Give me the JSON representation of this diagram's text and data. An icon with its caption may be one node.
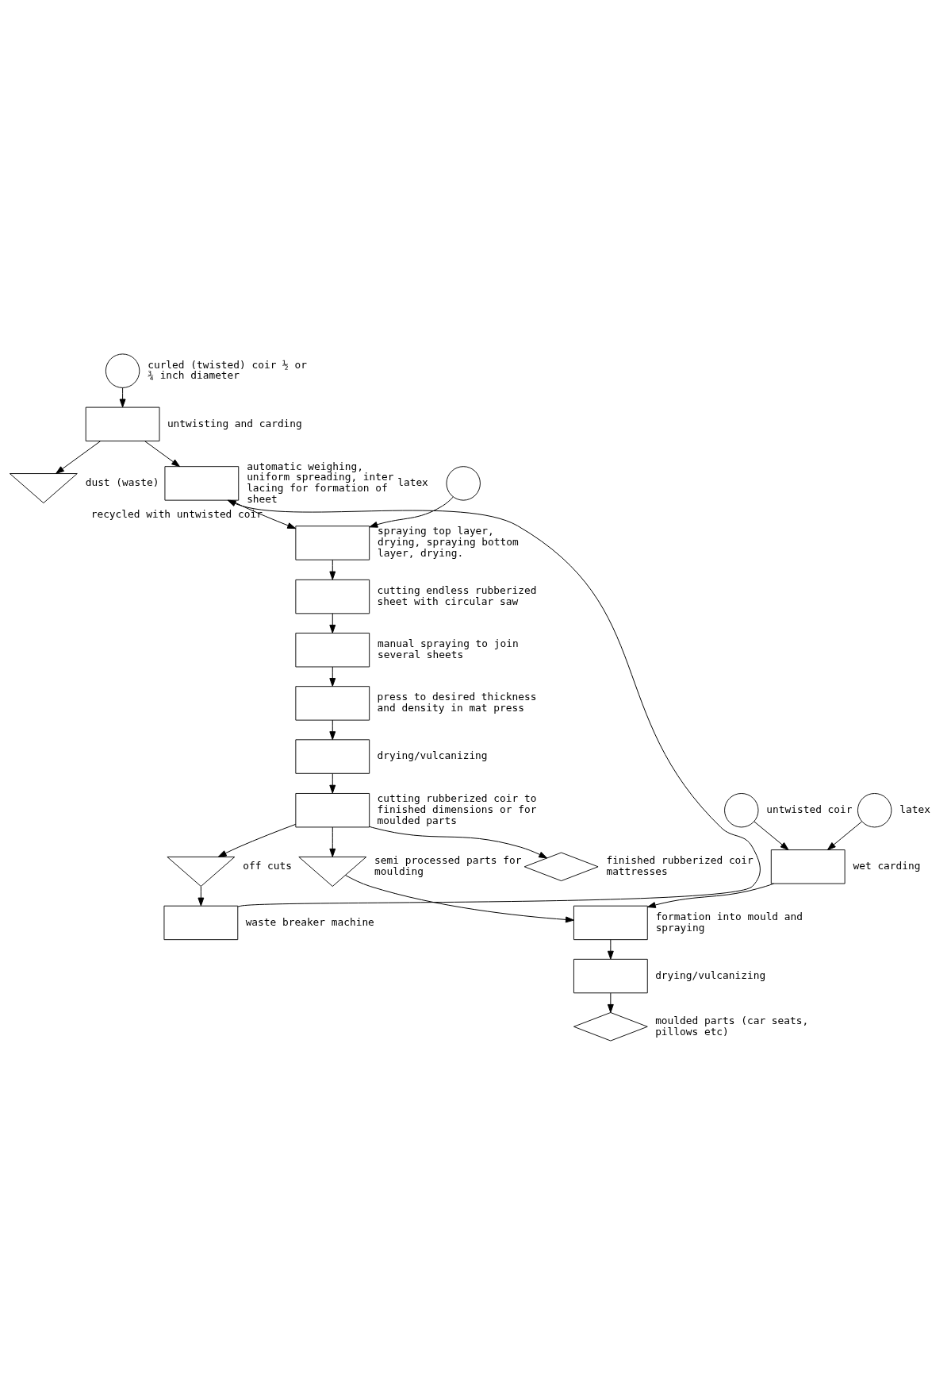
{
  "diagram": {
    "nodes": [
      {
        "text": [],
        "shape": "circle",
        "beside": [
          "curled (twisted) coir ½ or ¾ inch diameter"
        ]
      },
      {
        "text": [],
        "shape": "box",
        "beside": [
          "untwisting and carding"
        ]
      },
      {
        "text": [],
        "shape": "triangle",
        "beside": [
          "dust (waste)"
        ]
      },
      {
        "text": [],
        "shape": "box",
        "beside": [
          "automatic weighing, uniform spreading, inter lacing for formation of sheet"
        ]
      },
      {
        "text": [],
        "shape": "circle",
        "beside": [
          "latex"
        ]
      },
      {
        "text": [],
        "shape": "box",
        "beside": [
          "spraying top layer, drying, spraying bottom layer, drying."
        ]
      },
      {
        "text": [],
        "shape": "box",
        "beside": [
          "cutting endless rubberized sheet with circular saw"
        ]
      },
      {
        "text": [],
        "shape": "box",
        "beside": [
          "manual spraying to join several sheets"
        ]
      },
      {
        "text": [],
        "shape": "box",
        "beside": [
          "press to desired thickness and density in mat press"
        ]
      },
      {
        "text": [],
        "shape": "box",
        "beside": [
          "drying/vulcanizing"
        ]
      },
      {
        "text": [],
        "shape": "box",
        "beside": [
          "cutting rubberized coir to finished dimensions or for moulded parts"
        ]
      },
      {
        "text": [],
        "shape": "triangle",
        "beside": [
          "off cuts"
        ]
      },
      {
        "text": [],
        "shape": "triangle",
        "beside": [
          "semi processed parts for moulding"
        ]
      },
      {
        "text": [],
        "shape": "diamond",
        "beside": [
          "finished rubberized coir mattresses"
        ]
      },
      {
        "text": [],
        "shape": "box",
        "beside": [
          "waste breaker machine"
        ]
      },
      {
        "text": [],
        "shape": "circle",
        "beside": [
          "untwisted coir"
        ]
      },
      {
        "text": [],
        "shape": "circle",
        "beside": [
          "latex"
        ]
      },
      {
        "text": [],
        "shape": "box",
        "beside": [
          "wet carding"
        ]
      },
      {
        "text": [],
        "shape": "box",
        "beside": [
          "formation into mould and spraying"
        ]
      },
      {
        "text": [],
        "shape": "box",
        "beside": [
          "drying/vulcanizing"
        ]
      },
      {
        "text": [],
        "shape": "diamond",
        "beside": [
          "moulded parts (car seats, pillows etc)"
        ]
      }
    ],
    "edges": [
      {
        "from": 0,
        "to": 1,
        "arrow": "to"
      },
      {
        "from": 1,
        "to": 3,
        "arrow": "to"
      },
      {
        "from": 1,
        "to": 2,
        "arrow": "to"
      },
      {
        "from": 4,
        "to": 5,
        "arrow": "to"
      },
      {
        "from": 3,
        "to": 5,
        "arrow": "to"
      },
      {
        "from": 5,
        "to": 6,
        "arrow": "to"
      },
      {
        "from": 6,
        "to": 7,
        "arrow": "to"
      },
      {
        "from": 7,
        "to": 8,
        "arrow": "to"
      },
      {
        "from": 8,
        "to": 9,
        "arrow": "to"
      },
      {
        "from": 9,
        "to": 10,
        "arrow": "to"
      },
      {
        "from": 10,
        "to": 11,
        "arrow": "to"
      },
      {
        "from": 10,
        "to": 12,
        "arrow": "to"
      },
      {
        "from": 10,
        "to": 13,
        "arrow": "to"
      },
      {
        "from": 11,
        "to": 14,
        "arrow": "to"
      },
      {
        "from": 14,
        "to": 3,
        "arrow": "to",
        "label": "recycled with untwisted coir"
      },
      {
        "from": 12,
        "to": 18,
        "arrow": "to"
      },
      {
        "from": 15,
        "to": 17,
        "arrow": "to"
      },
      {
        "from": 16,
        "to": 17,
        "arrow": "to"
      },
      {
        "from": 17,
        "to": 18,
        "arrow": "to"
      },
      {
        "from": 18,
        "to": 19,
        "arrow": "to"
      },
      {
        "from": 19,
        "to": 20,
        "arrow": "to"
      }
    ]
  }
}
